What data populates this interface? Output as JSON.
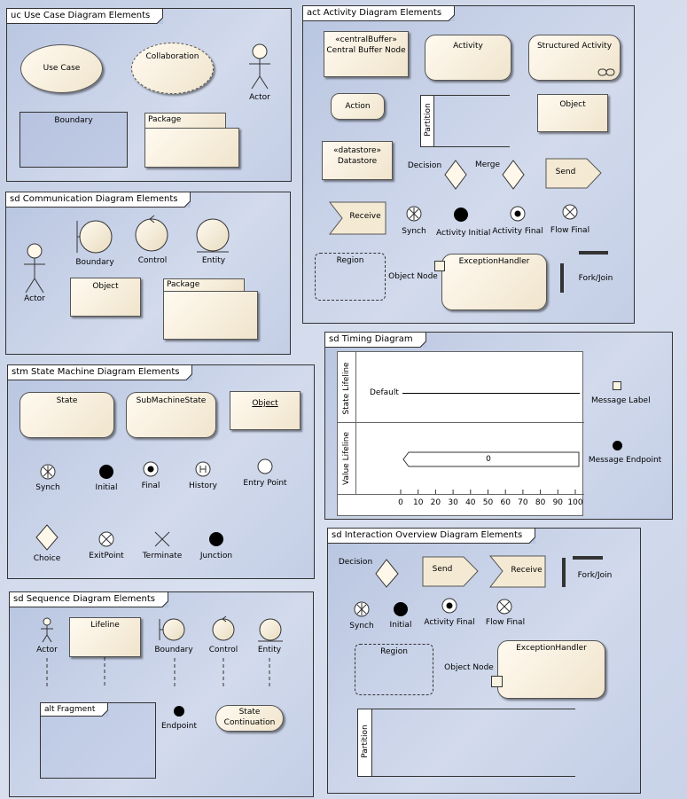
{
  "usecase": {
    "tab": "uc Use Case Diagram Elements",
    "use_case": "Use Case",
    "collaboration": "Collaboration",
    "actor": "Actor",
    "boundary": "Boundary",
    "package": "Package"
  },
  "communication": {
    "tab": "sd Communication Diagram Elements",
    "actor": "Actor",
    "boundary": "Boundary",
    "control": "Control",
    "entity": "Entity",
    "object": "Object",
    "package": "Package"
  },
  "state": {
    "tab": "stm State Machine Diagram Elements",
    "state": "State",
    "submachine": "SubMachineState",
    "object": "Object",
    "synch": "Synch",
    "initial": "Initial",
    "final": "Final",
    "history": "History",
    "entry": "Entry Point",
    "choice": "Choice",
    "exit": "ExitPoint",
    "terminate": "Terminate",
    "junction": "Junction"
  },
  "sequence": {
    "tab": "sd Sequence Diagram Elements",
    "actor": "Actor",
    "lifeline": "Lifeline",
    "boundary": "Boundary",
    "control": "Control",
    "entity": "Entity",
    "fragment": "alt Fragment",
    "endpoint": "Endpoint",
    "state_cont_1": "State",
    "state_cont_2": "Continuation"
  },
  "activity": {
    "tab": "act Activity Diagram Elements",
    "cb_stereo": "«centralBuffer»",
    "cb_name": "Central Buffer Node",
    "activity": "Activity",
    "structured": "Structured Activity",
    "action": "Action",
    "partition": "Partition",
    "object": "Object",
    "ds_stereo": "«datastore»",
    "ds_name": "Datastore",
    "decision": "Decision",
    "merge": "Merge",
    "send": "Send",
    "receive": "Receive",
    "synch": "Synch",
    "initial": "Activity Initial",
    "final": "Activity Final",
    "flowfinal": "Flow Final",
    "region": "Region",
    "object_node": "Object Node",
    "exception": "ExceptionHandler",
    "forkjoin": "Fork/Join"
  },
  "timing": {
    "tab": "sd Timing Diagram",
    "state_lifeline": "State Lifeline",
    "value_lifeline": "Value Lifeline",
    "default": "Default",
    "value": "0",
    "ticks": [
      "0",
      "10",
      "20",
      "30",
      "40",
      "50",
      "60",
      "70",
      "80",
      "90",
      "100"
    ],
    "message_label": "Message Label",
    "message_endpoint": "Message Endpoint"
  },
  "interaction": {
    "tab": "sd Interaction Overview Diagram Elements",
    "decision": "Decision",
    "send": "Send",
    "receive": "Receive",
    "forkjoin": "Fork/Join",
    "synch": "Synch",
    "initial": "Initial",
    "final": "Activity Final",
    "flowfinal": "Flow Final",
    "region": "Region",
    "object_node": "Object Node",
    "exception": "ExceptionHandler",
    "partition": "Partition"
  }
}
